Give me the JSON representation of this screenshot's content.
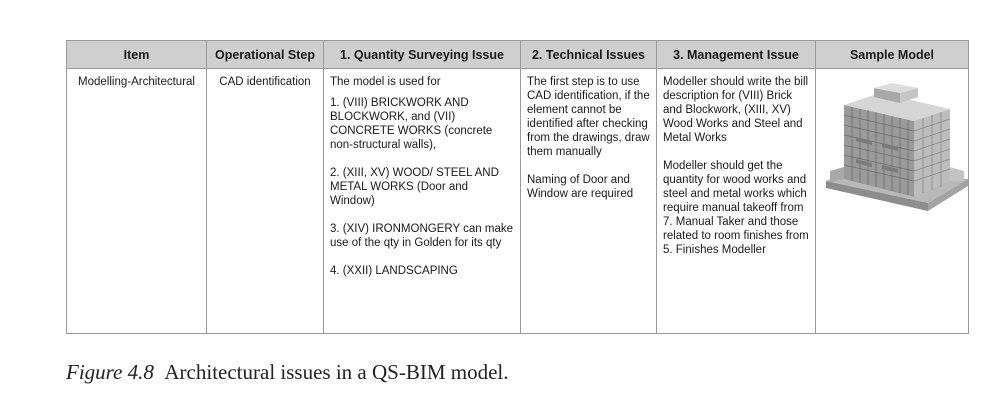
{
  "table": {
    "headers": [
      "Item",
      "Operational Step",
      "1. Quantity Surveying Issue",
      "2. Technical Issues",
      "3. Management Issue",
      "Sample Model"
    ],
    "row": {
      "item": "Modelling-Architectural",
      "operational_step": "CAD identification",
      "qs_issue": [
        "The model is used for",
        "1. (VIII) BRICKWORK AND BLOCKWORK, and (VII) CONCRETE WORKS (concrete non-structural walls),",
        "2. (XIII, XV) WOOD/ STEEL AND METAL WORKS (Door and Window)",
        "3. (XIV) IRONMONGERY can make use of the qty in Golden for its qty",
        "4. (XXII) LANDSCAPING"
      ],
      "technical_issues": [
        "The first step is to use CAD identification, if the element cannot be identified after checking from the drawings, draw them manually",
        "Naming of Door and Window are required"
      ],
      "management_issue": [
        "Modeller should write the bill description for (VIII) Brick and Blockwork, (XIII, XV) Wood Works and Steel and Metal Works",
        "Modeller should get the quantity for wood works and steel and metal works which require manual takeoff from 7. Manual Taker and those related to room finishes from 5. Finishes Modeller"
      ]
    }
  },
  "caption": {
    "figure_label": "Figure 4.8",
    "text": "Architectural issues in a QS-BIM model."
  }
}
